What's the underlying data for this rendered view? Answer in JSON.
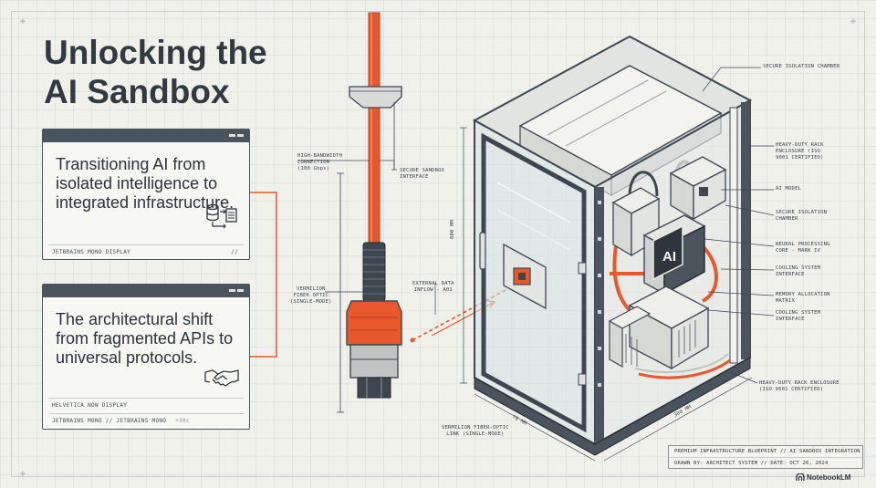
{
  "title": {
    "line1": "Unlocking the",
    "line2": "AI Sandbox"
  },
  "cards": [
    {
      "text": "Transitioning AI from isolated intelligence to integrated infrastructure.",
      "footer": "JETBRAINS MONO DISPLAY",
      "footer_mark": "//",
      "icon": "database-transfer-icon"
    },
    {
      "text": "The architectural shift from fragmented APIs to universal protocols.",
      "footer1": "HELVETICA NOW DISPLAY",
      "footer2": "JETBRAINS MONO // JETBRAINS MONO",
      "footer2_extra": "+30c",
      "icon": "handshake-icon"
    }
  ],
  "annotations": {
    "high_bandwidth": "HIGH-BANDWIDTH\nCONNECTION\n(100 Gbps)",
    "secure_sandbox_interface": "SECURE SANDBOX\nINTERFACE",
    "vermilion_fiber_optic": "VERMILION\nFIBER OPTIC\n(SINGLE-MODE)",
    "external_data_inflow": "EXTERNAL DATA\nINFLOW - A01",
    "vermilion_link": "VERMILION FIBER-OPTIC\nLINK (SINGLE-MODE)",
    "secure_isolation_chamber_top": "SECURE ISOLATION CHAMBER",
    "heavy_duty_rack_top": "HEAVY-DUTY RACK\nENCLOSURE (ISO\n9001 CERTIFIED)",
    "ai_model": "AI MODEL",
    "secure_isolation_chamber": "SECURE ISOLATION\nCHAMBER",
    "neural_processing_core": "NEURAL PROCESSING\nCORE - MARK IV",
    "cooling_system_interface_1": "COOLING SYSTEM\nINTERFACE",
    "memory_allocation": "MEMORY ALLOCATION\nMATRIX",
    "cooling_system_interface_2": "COOLING SYSTEM\nINTERFACE",
    "heavy_duty_rack_bottom": "HEAVY-DUTY RACK ENCLOSURE\n(ISO 9001 CERTIFIED)",
    "dim_height": "800 MM",
    "dim_depth": "70 MM",
    "dim_width": "300 MM",
    "chip_label": "AI"
  },
  "info_box": {
    "line1": "PREMIUM INFRASTRUCTURE BLUEPRINT // AI SANDBOX INTEGRATION",
    "line2": "DRAWN BY: ARCHITECT SYSTEM // DATE: OCT 26, 2024"
  },
  "brand": "NotebookLM",
  "colors": {
    "accent": "#e8582d",
    "dark": "#3e4650",
    "background": "#f1f1ec"
  }
}
